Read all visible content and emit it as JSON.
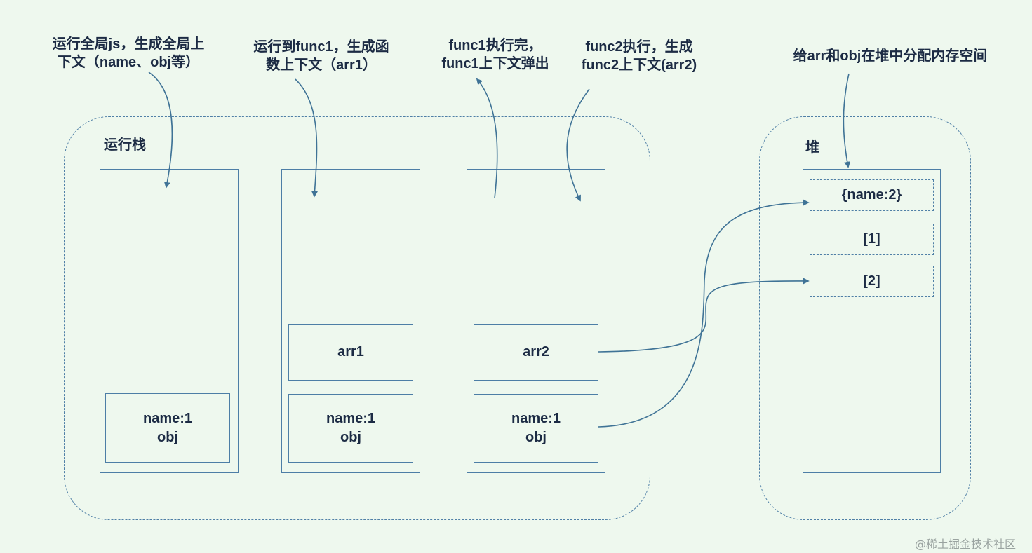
{
  "annotations": {
    "global_context": [
      "运行全局js，生成全局上",
      "下文（name、obj等）"
    ],
    "func1_run": [
      "运行到func1，生成函",
      "数上下文（arr1）"
    ],
    "func1_done": [
      "func1执行完，",
      "func1上下文弹出"
    ],
    "func2_run": [
      "func2执行，生成",
      "func2上下文(arr2)"
    ],
    "heap_alloc": [
      "给arr和obj在堆中分配内存空间"
    ]
  },
  "stack": {
    "label": "运行栈",
    "columns": [
      {
        "frames": [
          {
            "lines": [
              "name:1",
              "obj"
            ]
          }
        ]
      },
      {
        "frames": [
          {
            "lines": [
              "arr1"
            ]
          },
          {
            "lines": [
              "name:1",
              "obj"
            ]
          }
        ]
      },
      {
        "frames": [
          {
            "lines": [
              "arr2"
            ]
          },
          {
            "lines": [
              "name:1",
              "obj"
            ]
          }
        ]
      }
    ]
  },
  "heap": {
    "label": "堆",
    "cells": [
      "{name:2}",
      "[1]",
      "[2]"
    ]
  },
  "colors": {
    "background": "#eef8ee",
    "line": "#4d7ea6",
    "text": "#1c2b44"
  },
  "watermark": "@稀土掘金技术社区"
}
